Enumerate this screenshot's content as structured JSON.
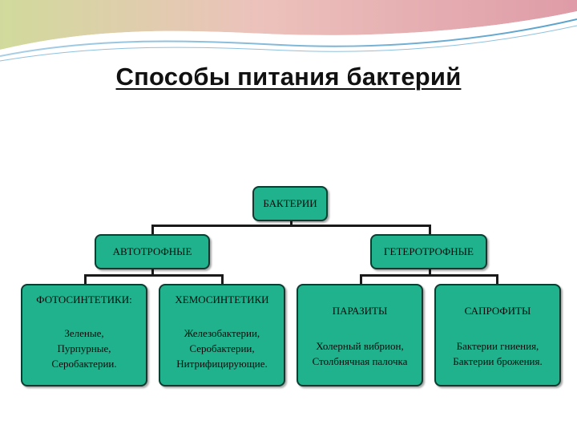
{
  "title": "Способы питания бактерий",
  "colors": {
    "box_fill": "#1fb28c",
    "box_border": "#0d3b30",
    "connector": "#1a1a1a"
  },
  "tree": {
    "root": "БАКТЕРИИ",
    "autotrophs": {
      "label": "АВТОТРОФНЫЕ",
      "photosynthetic": {
        "title": "ФОТОСИНТЕТИКИ:",
        "items": [
          "Зеленые,",
          "Пурпурные,",
          "Серобактерии."
        ]
      },
      "chemosynthetic": {
        "title": "ХЕМОСИНТЕТИКИ",
        "items": [
          "Железобактерии,",
          "Серобактерии,",
          "Нитрифицирующие."
        ]
      }
    },
    "heterotrophs": {
      "label": "ГЕТЕРОТРОФНЫЕ",
      "parasites": {
        "title": "ПАРАЗИТЫ",
        "items": [
          "Холерный вибрион,",
          "Столбнячная палочка"
        ]
      },
      "saprophytes": {
        "title": "САПРОФИТЫ",
        "items": [
          "Бактерии гниения,",
          "Бактерии брожения."
        ]
      }
    }
  }
}
